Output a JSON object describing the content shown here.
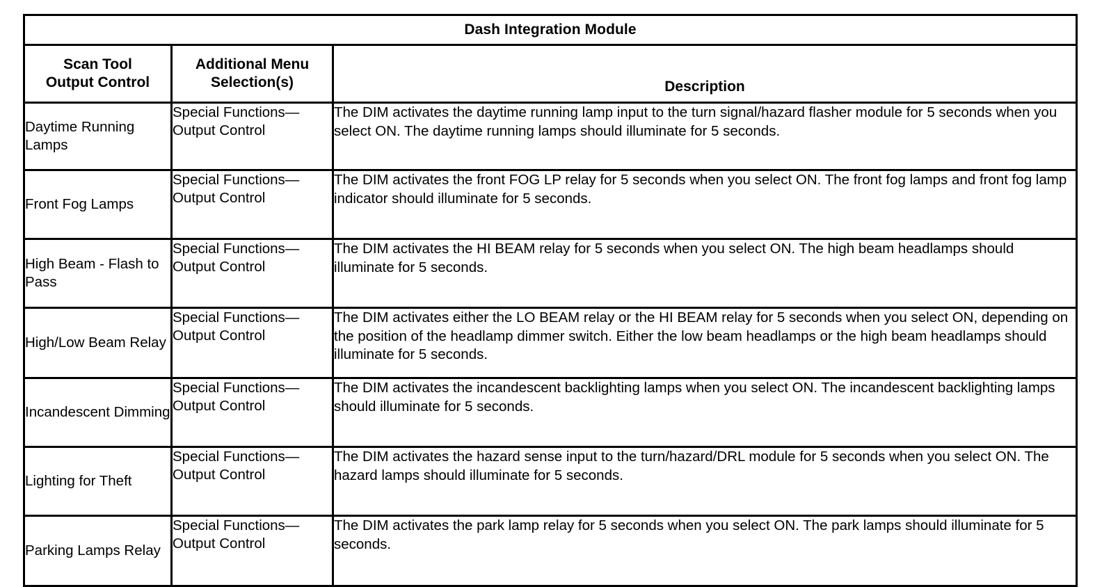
{
  "table": {
    "title": "Dash Integration Module",
    "columns": [
      {
        "id": "scan_tool_output_control",
        "label": "Scan Tool\nOutput Control",
        "line1": "Scan Tool",
        "line2": "Output Control"
      },
      {
        "id": "additional_menu_selections",
        "label": "Additional Menu\nSelection(s)",
        "line1": "Additional Menu",
        "line2": "Selection(s)"
      },
      {
        "id": "description",
        "label": "Description"
      }
    ],
    "rows": [
      {
        "scan_tool_output_control": "Daytime Running Lamps",
        "additional_menu_selections": "Special Functions—Output Control",
        "description": "The DIM activates the daytime running lamp input to the turn signal/hazard flasher module for 5 seconds when you select ON. The daytime running lamps should illuminate for 5 seconds."
      },
      {
        "scan_tool_output_control": "Front Fog Lamps",
        "additional_menu_selections": "Special Functions—Output Control",
        "description": "The DIM activates the front FOG LP relay for 5 seconds when you select ON. The front fog lamps and front fog lamp indicator should illuminate for 5 seconds."
      },
      {
        "scan_tool_output_control": "High Beam - Flash to Pass",
        "additional_menu_selections": "Special Functions—Output Control",
        "description": "The DIM activates the HI BEAM relay for 5 seconds when you select ON. The high beam headlamps should illuminate for 5 seconds."
      },
      {
        "scan_tool_output_control": "High/Low Beam Relay",
        "additional_menu_selections": "Special Functions—Output Control",
        "description": "The DIM activates either the LO BEAM relay or the HI BEAM relay for 5 seconds when you select ON, depending on the position of the headlamp dimmer switch. Either the low beam headlamps or the high beam headlamps should illuminate for 5 seconds."
      },
      {
        "scan_tool_output_control": "Incandescent Dimming",
        "additional_menu_selections": "Special Functions—Output Control",
        "description": "The DIM activates the incandescent backlighting lamps when you select ON. The incandescent backlighting lamps should illuminate for 5 seconds."
      },
      {
        "scan_tool_output_control": "Lighting for Theft",
        "additional_menu_selections": "Special Functions—Output Control",
        "description": "The DIM activates the hazard sense input to the turn/hazard/DRL module for 5 seconds when you select ON. The hazard lamps should illuminate for 5 seconds."
      },
      {
        "scan_tool_output_control": "Parking Lamps Relay",
        "additional_menu_selections": "Special Functions—Output Control",
        "description": "The DIM activates the park lamp relay for 5 seconds when you select ON. The park lamps should illuminate for 5 seconds."
      }
    ]
  },
  "colors": {
    "background": "#ffffff",
    "text": "#000000",
    "border": "#000000"
  }
}
